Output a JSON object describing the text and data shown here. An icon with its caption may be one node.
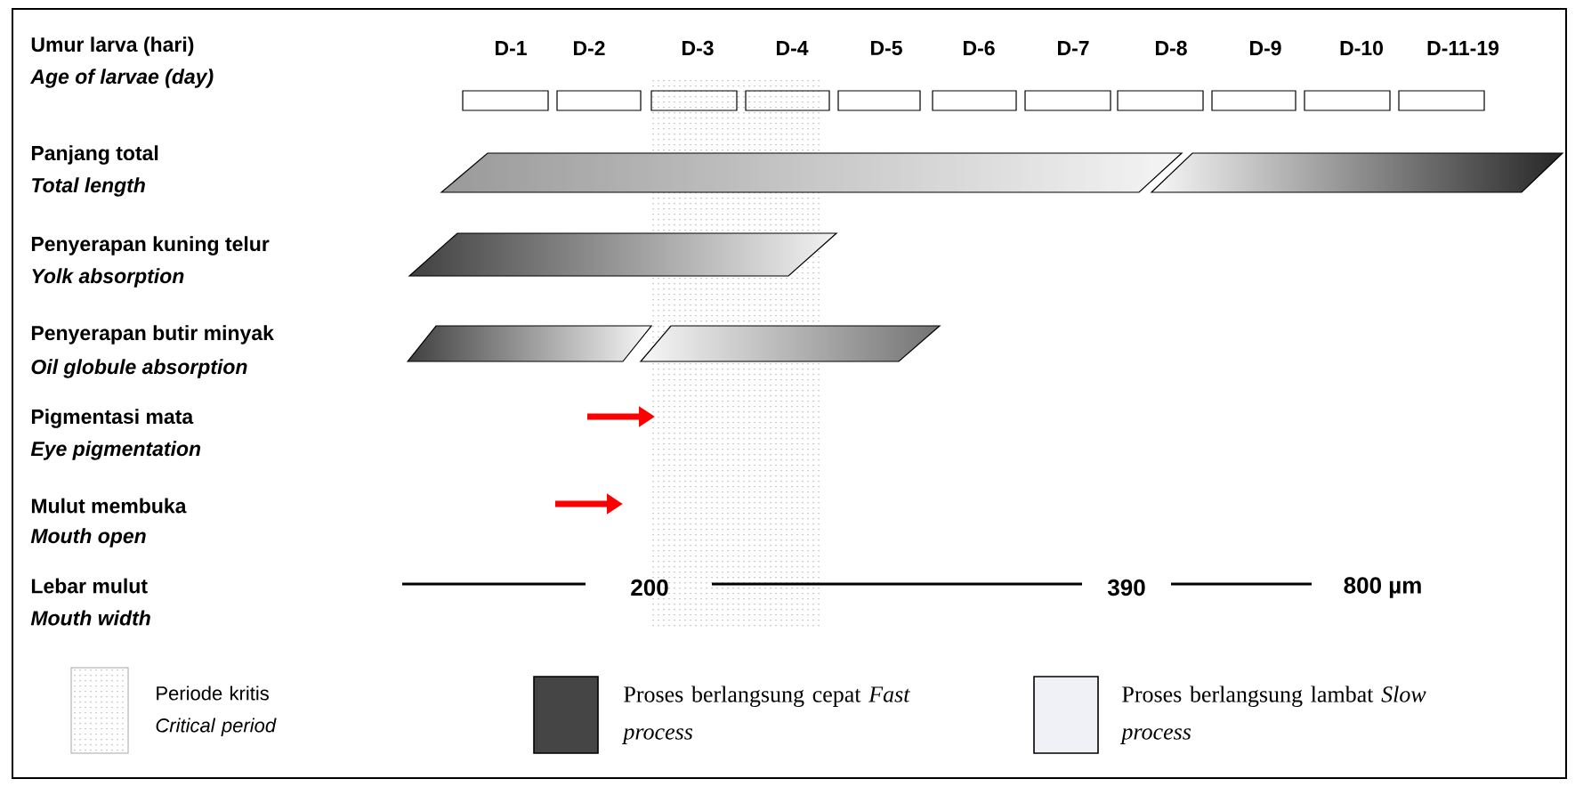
{
  "diagram": {
    "labels": [
      "Umur larva (hari)",
      "Age of larvae (day)",
      "D-1",
      "D-2",
      "D-3",
      "D-4",
      "D-5",
      "D-6",
      "D-7",
      "D-8",
      "D-9",
      "D-10",
      "D-11-19",
      "Panjang total",
      "Total length",
      "Penyerapan kuning telur",
      "Yolk absorption",
      "Penyerapan butir minyak",
      "Oil globule absorption",
      "Pigmentasi mata",
      "Eye pigmentation",
      "Mulut membuka",
      "Mouth open",
      "Lebar mulut",
      "Mouth width",
      "200",
      "390",
      "800 µm"
    ],
    "legend": [
      {
        "text": "Periode kritis *Critical period*"
      },
      {
        "text": "Proses berlangsung cepat *Fast process*",
        "color": "#454545"
      },
      {
        "text": "Proses berlangsung lambat *Slow process*",
        "color": "#f0f1f6"
      }
    ]
  }
}
